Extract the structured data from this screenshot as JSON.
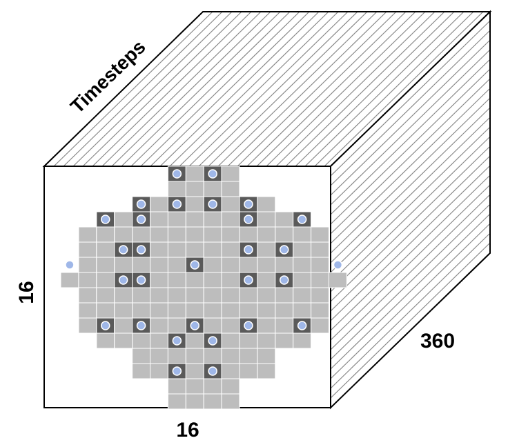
{
  "labels": {
    "timesteps": "Timesteps",
    "height": "16",
    "width": "16",
    "depth": "360"
  },
  "grid": {
    "rows": 16,
    "cols": 16,
    "row_spans": [
      [
        6,
        9
      ],
      [
        6,
        9
      ],
      [
        4,
        11
      ],
      [
        2,
        13
      ],
      [
        1,
        14
      ],
      [
        1,
        14
      ],
      [
        1,
        14
      ],
      [
        0,
        15
      ],
      [
        1,
        14
      ],
      [
        1,
        14
      ],
      [
        1,
        14
      ],
      [
        2,
        13
      ],
      [
        4,
        11
      ],
      [
        4,
        11
      ],
      [
        6,
        9
      ],
      [
        6,
        9
      ]
    ],
    "markers": [
      [
        0,
        6
      ],
      [
        0,
        8
      ],
      [
        2,
        4
      ],
      [
        2,
        6
      ],
      [
        2,
        8
      ],
      [
        2,
        10
      ],
      [
        3,
        2
      ],
      [
        3,
        4
      ],
      [
        3,
        10
      ],
      [
        3,
        13
      ],
      [
        5,
        3
      ],
      [
        5,
        4
      ],
      [
        5,
        10
      ],
      [
        5,
        12
      ],
      [
        6,
        0
      ],
      [
        6,
        7
      ],
      [
        6,
        15
      ],
      [
        7,
        3
      ],
      [
        7,
        4
      ],
      [
        7,
        10
      ],
      [
        7,
        12
      ],
      [
        10,
        2
      ],
      [
        10,
        4
      ],
      [
        10,
        7
      ],
      [
        10,
        10
      ],
      [
        10,
        13
      ],
      [
        11,
        6
      ],
      [
        11,
        8
      ],
      [
        13,
        6
      ],
      [
        13,
        8
      ]
    ]
  },
  "colors": {
    "cell": "#bdbdbd",
    "cell_border": "#ffffff",
    "marker_cell": "#5a5a5a",
    "marker_dot": "#9fb7e8",
    "marker_dot_stroke": "#ffffff",
    "outline": "#000000",
    "hatch": "#8a8a8a"
  }
}
